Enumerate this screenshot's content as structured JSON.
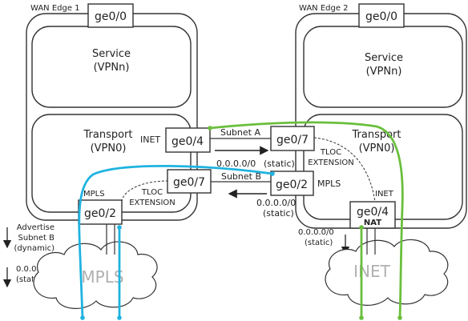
{
  "colors": {
    "blue": "#1fb3e0",
    "green": "#6abf3c",
    "line": "#333333",
    "cloud_text": "#b0b0b0"
  },
  "edge1": {
    "title": "WAN Edge 1",
    "top_port": "ge0/0",
    "service": {
      "line1": "Service",
      "line2": "(VPNn)"
    },
    "transport": {
      "line1": "Transport",
      "line2": "(VPN0)"
    },
    "inet_label": "INET",
    "inet_port": "ge0/4",
    "tloc_port": "ge0/7",
    "mpls_label": "MPLS",
    "mpls_port": "ge0/2",
    "tloc_ext": {
      "line1": "TLOC",
      "line2": "EXTENSION"
    }
  },
  "edge2": {
    "title": "WAN Edge 2",
    "top_port": "ge0/0",
    "service": {
      "line1": "Service",
      "line2": "(VPNn)"
    },
    "transport": {
      "line1": "Transport",
      "line2": "(VPN0)"
    },
    "tloc_port": "ge0/7",
    "mpls_port": "ge0/2",
    "mpls_label": "MPLS",
    "inet_label": "INET",
    "inet_port": "ge0/4",
    "nat_label": "NAT",
    "tloc_ext": {
      "line1": "TLOC",
      "line2": "EXTENSION"
    }
  },
  "links": {
    "subnet_a": "Subnet A",
    "subnet_b": "Subnet B",
    "route_a": {
      "line1": "0.0.0.0/0",
      "line2": "(static)"
    },
    "route_b": {
      "line1": "0.0.0.0/0",
      "line2": "(static)"
    }
  },
  "left_notes": {
    "advertise": [
      "Advertise",
      "Subnet B",
      "(dynamic)"
    ],
    "static_route": {
      "line1": "0.0.0.0/0",
      "line2": "(static)"
    }
  },
  "right_notes": {
    "static_route": {
      "line1": "0.0.0.0/0",
      "line2": "(static)"
    }
  },
  "clouds": {
    "mpls": "MPLS",
    "inet": "INET"
  }
}
